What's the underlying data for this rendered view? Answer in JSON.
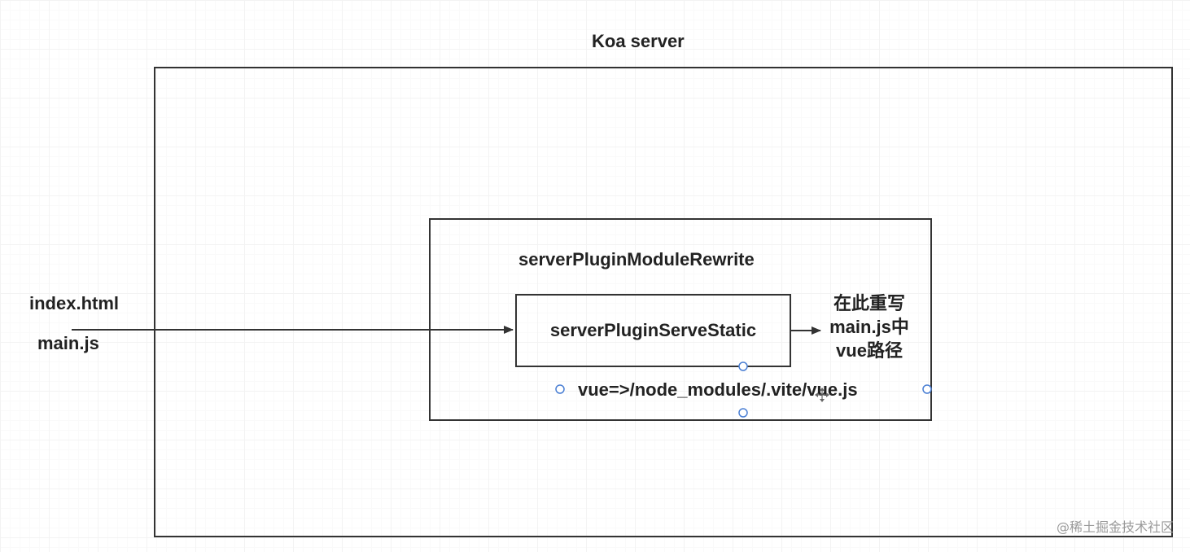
{
  "diagram": {
    "outer_title": "Koa server",
    "plugin_title": "serverPluginModuleRewrite",
    "inner_plugin": "serverPluginServeStatic",
    "inputs": {
      "index": "index.html",
      "main": "main.js"
    },
    "rewrite_note": "在此重写main.js中vue路径",
    "path_mapping": "vue=>/node_modules/.vite/vue.js"
  },
  "watermark": "@稀土掘金技术社区",
  "colors": {
    "stroke": "#333333",
    "selection_handle": "#4a7fd4",
    "grid": "#f3f3f3"
  }
}
